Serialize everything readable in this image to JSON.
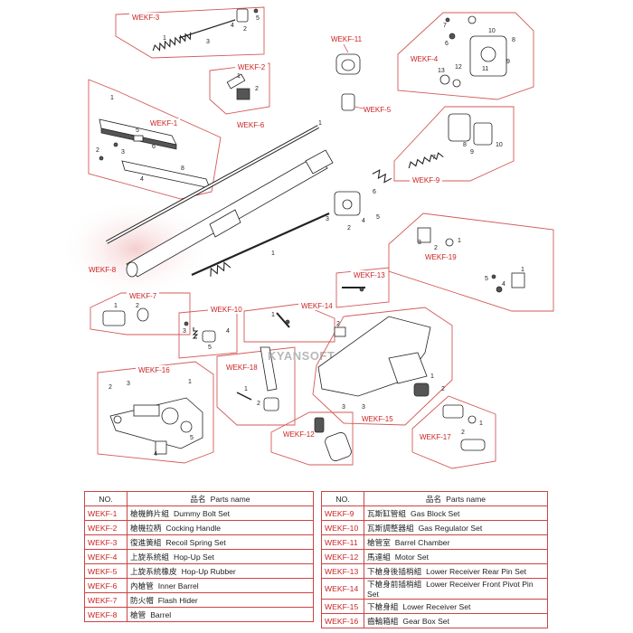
{
  "watermark": "KYANSOFT",
  "callouts": [
    {
      "code": "WEKF-3"
    },
    {
      "code": "WEKF-2"
    },
    {
      "code": "WEKF-11"
    },
    {
      "code": "WEKF-4"
    },
    {
      "code": "WEKF-5"
    },
    {
      "code": "WEKF-1"
    },
    {
      "code": "WEKF-6"
    },
    {
      "code": "WEKF-9"
    },
    {
      "code": "WEKF-19"
    },
    {
      "code": "WEKF-8"
    },
    {
      "code": "WEKF-13"
    },
    {
      "code": "WEKF-7"
    },
    {
      "code": "WEKF-14"
    },
    {
      "code": "WEKF-10"
    },
    {
      "code": "WEKF-18"
    },
    {
      "code": "WEKF-16"
    },
    {
      "code": "WEKF-15"
    },
    {
      "code": "WEKF-12"
    },
    {
      "code": "WEKF-17"
    }
  ],
  "part_numbers": {
    "n1": "1",
    "n2": "2",
    "n3": "3",
    "n4": "4",
    "n5": "5",
    "n6": "6",
    "n7": "7",
    "n8": "8",
    "n9": "9",
    "n10": "10",
    "n11": "11",
    "n12": "12",
    "n13": "13"
  },
  "table": {
    "header_no": "NO.",
    "header_name_zh": "品名",
    "header_name_en": "Parts name",
    "left_rows": [
      {
        "code": "WEKF-1",
        "zh": "槍機飾片組",
        "en": "Dummy Bolt Set"
      },
      {
        "code": "WEKF-2",
        "zh": "槍機拉柄",
        "en": "Cocking Handle"
      },
      {
        "code": "WEKF-3",
        "zh": "復進簧組",
        "en": "Recoil Spring Set"
      },
      {
        "code": "WEKF-4",
        "zh": "上旋系統組",
        "en": "Hop-Up Set"
      },
      {
        "code": "WEKF-5",
        "zh": "上旋系統橡皮",
        "en": "Hop-Up Rubber"
      },
      {
        "code": "WEKF-6",
        "zh": "內槍管",
        "en": "Inner Barrel"
      },
      {
        "code": "WEKF-7",
        "zh": "防火帽",
        "en": "Flash Hider"
      },
      {
        "code": "WEKF-8",
        "zh": "槍管",
        "en": "Barrel"
      }
    ],
    "right_rows": [
      {
        "code": "WEKF-9",
        "zh": "瓦斯缸管組",
        "en": "Gas Block Set"
      },
      {
        "code": "WEKF-10",
        "zh": "瓦斯調整器組",
        "en": "Gas Regulator Set"
      },
      {
        "code": "WEKF-11",
        "zh": "槍管室",
        "en": "Barrel Chamber"
      },
      {
        "code": "WEKF-12",
        "zh": "馬達組",
        "en": "Motor Set"
      },
      {
        "code": "WEKF-13",
        "zh": "下槍身後插梢組",
        "en": "Lower Receiver Rear Pin Set"
      },
      {
        "code": "WEKF-14",
        "zh": "下槍身前插梢組",
        "en": "Lower Receiver Front Pivot Pin Set"
      },
      {
        "code": "WEKF-15",
        "zh": "下槍身組",
        "en": "Lower Receiver Set"
      },
      {
        "code": "WEKF-16",
        "zh": "齒輪箱組",
        "en": "Gear Box Set"
      }
    ]
  }
}
